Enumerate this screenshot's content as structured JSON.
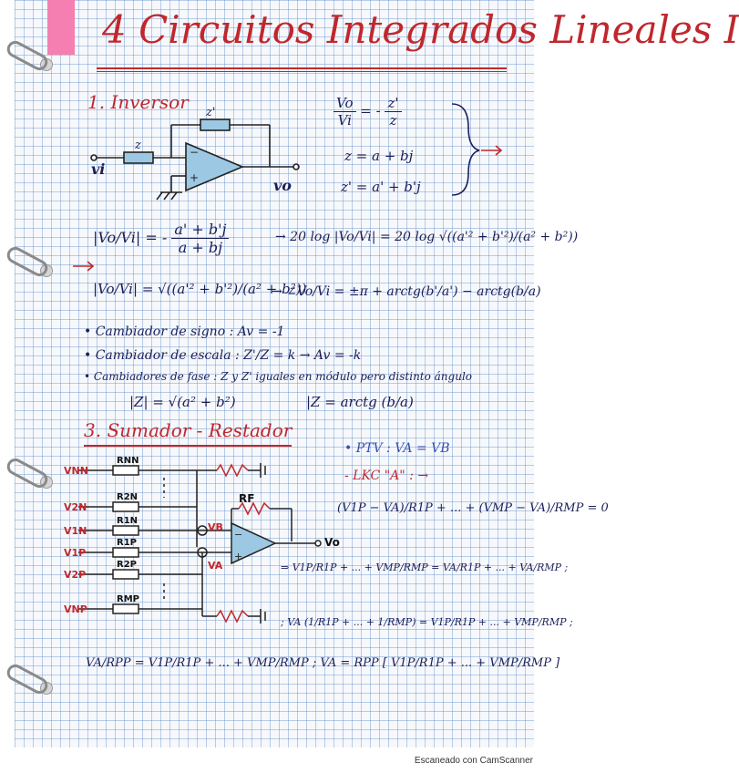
{
  "page": {
    "title": "4 Circuitos Integrados Lineales I",
    "footer": "Escaneado con CamScanner"
  },
  "section1": {
    "heading": "1. Inversor",
    "labels": {
      "z_prime": "z'",
      "z": "z",
      "vi": "vi",
      "vo": "vo"
    },
    "eq_ratio": {
      "lhs_num": "Vo",
      "lhs_den": "Vi",
      "sign": "= -",
      "rhs_num": "z'",
      "rhs_den": "z"
    },
    "eq_z": "z = a + bj",
    "eq_zp": "z' = a' + b'j",
    "eq_expand": {
      "lhs": "|Vo/Vi| = -",
      "num": "a' + b'j",
      "den": "a + bj"
    },
    "eq_db": "→ 20 log |Vo/Vi| = 20 log √((a'² + b'²)/(a² + b²))",
    "eq_mag": "|Vo/Vi| = √((a'² + b'²)/(a² + b²))",
    "eq_phase": "→ ∠Vo/Vi = ±π + arctg(b'/a') − arctg(b/a)",
    "bullets": [
      "• Cambiador de signo : Av = -1",
      "• Cambiador de escala : Z'/Z = k → Av = -k",
      "• Cambiadores de fase : Z y Z' iguales en módulo pero distinto ángulo"
    ],
    "eq_modz": "|Z| = √(a² + b²)",
    "eq_argz": "|Z = arctg (b/a)"
  },
  "section3": {
    "heading": "3. Sumador - Restador",
    "ptv": "• PTV : VA = VB",
    "lkc": "- LKC \"A\" : →",
    "lkc_eq": "(V1P − VA)/R1P + ... + (VMP − VA)/RMP = 0",
    "eq_line1": "⇒ V1P/R1P + ... + VMP/RMP = VA/R1P + ... + VA/RMP ;",
    "eq_line2": "; VA (1/R1P + ... + 1/RMP) = V1P/R1P + ... + VMP/RMP ;",
    "eq_line3": "VA/RPP = V1P/R1P + ... + VMP/RMP ; VA = RPP [ V1P/R1P + ... + VMP/RMP ]",
    "circuit_labels": {
      "vnn": "VNN",
      "v2n": "V2N",
      "v1n": "V1N",
      "v1p": "V1P",
      "v2p": "V2P",
      "vnp": "VNP",
      "rnn": "RNN",
      "r2n": "R2N",
      "r1n": "R1N",
      "r1p": "R1P",
      "r2p": "R2P",
      "rmp": "RMP",
      "rf": "RF",
      "vb": "VB",
      "va": "VA",
      "vo": "Vo"
    }
  }
}
